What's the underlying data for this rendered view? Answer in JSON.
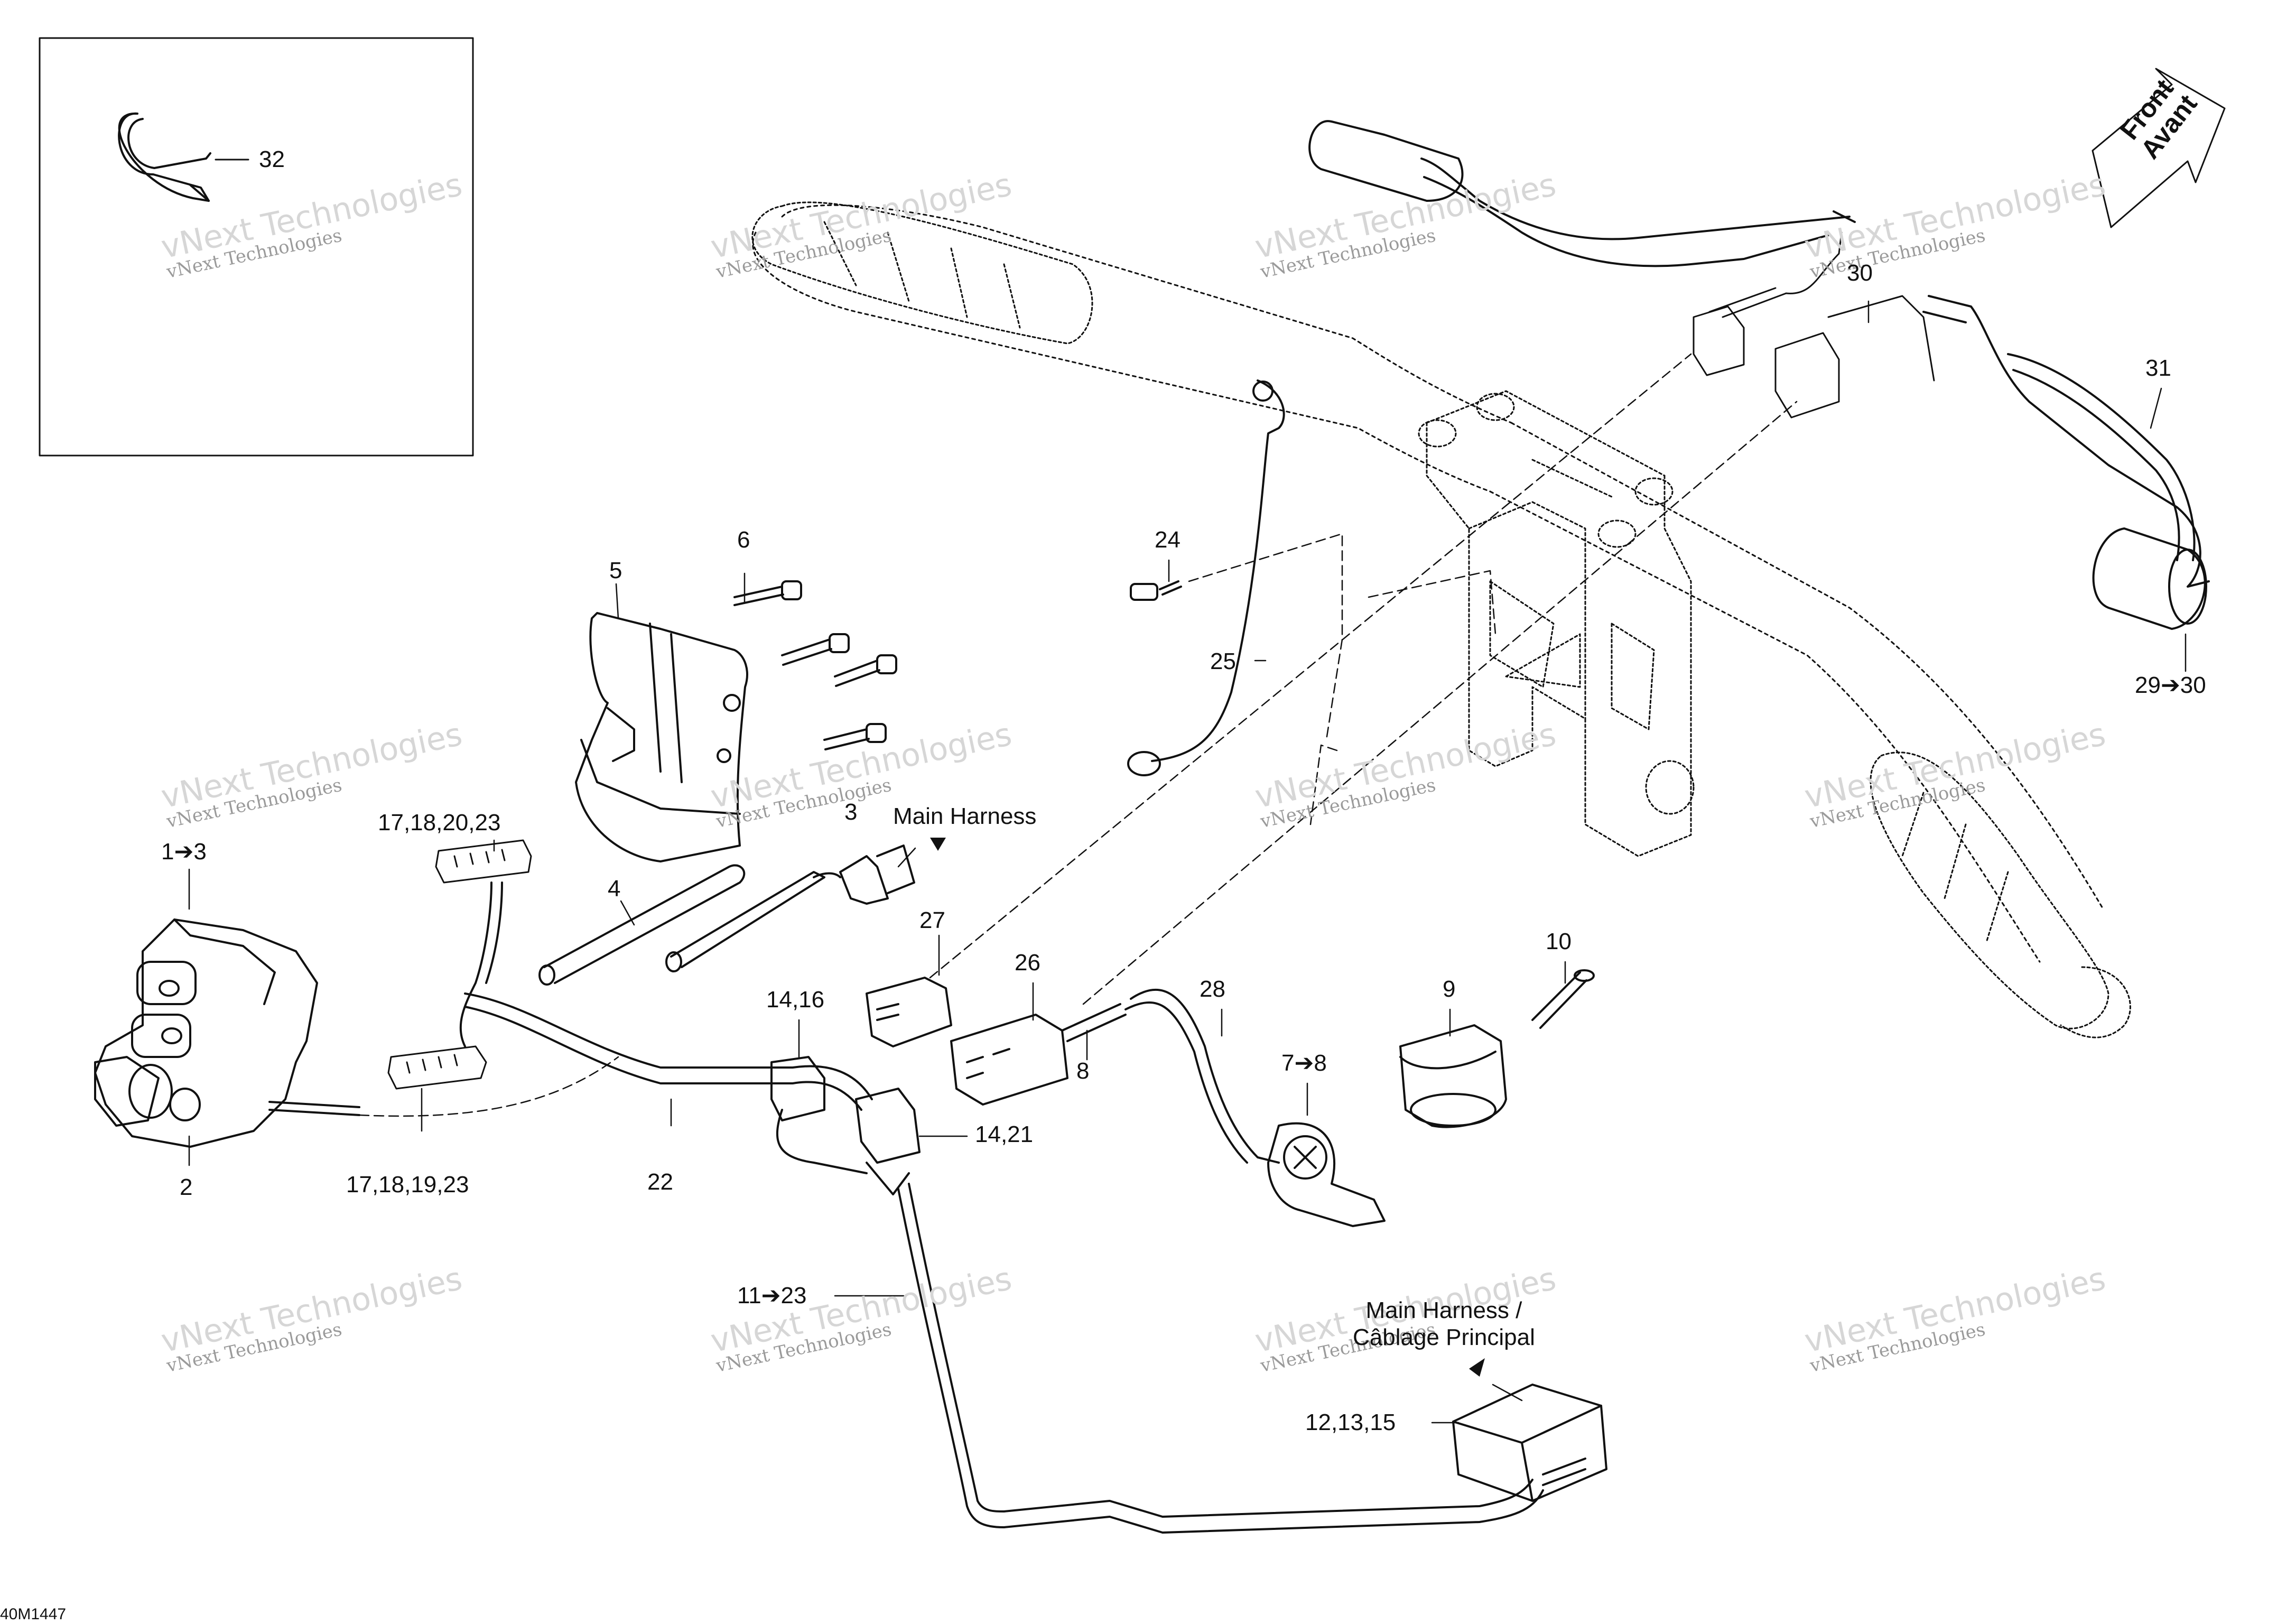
{
  "diagram": {
    "drawing_code": "40M1447",
    "direction": {
      "line1": "Front",
      "line2": "Avant"
    },
    "watermark": {
      "brand": "vNext Technologies",
      "logo": "vNext Technologies"
    },
    "notes": {
      "main_harness": "Main Harness",
      "main_harness_bilingual_line1": "Main Harness /",
      "main_harness_bilingual_line2": "Câblage Principal"
    },
    "callouts": {
      "c32": "32",
      "c30": "30",
      "c31": "31",
      "c29_30": "29➔30",
      "c24": "24",
      "c25": "25",
      "c6": "6",
      "c5": "5",
      "c3": "3",
      "c17_18_20_23": "17,18,20,23",
      "c1_3": "1➔3",
      "c4": "4",
      "c2": "2",
      "c17_18_19_23": "17,18,19,23",
      "c22": "22",
      "c27": "27",
      "c26": "26",
      "c14_16": "14,16",
      "c14_21": "14,21",
      "c8": "8",
      "c28": "28",
      "c7_8": "7➔8",
      "c9": "9",
      "c10": "10",
      "c11_23": "11➔23",
      "c12_13_15": "12,13,15"
    }
  }
}
